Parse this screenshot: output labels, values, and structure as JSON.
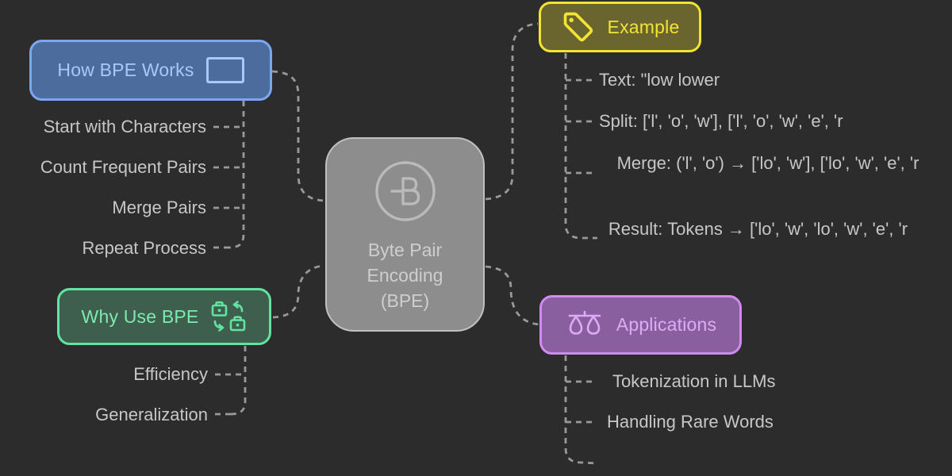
{
  "center": {
    "title": "Byte Pair Encoding (BPE)",
    "icon": "bpe-circle-b-icon"
  },
  "branches": {
    "how": {
      "label": "How BPE Works",
      "icon": "rectangle-icon",
      "children": [
        "Start with Characters",
        "Count Frequent Pairs",
        "Merge Pairs",
        "Repeat Process"
      ]
    },
    "why": {
      "label": "Why Use BPE",
      "icon": "briefcase-swap-icon",
      "children": [
        "Efficiency",
        "Generalization"
      ]
    },
    "example": {
      "label": "Example",
      "icon": "tag-icon",
      "children": [
        "Text: \"low lower",
        "Split: ['l', 'o', 'w'], ['l', 'o', 'w', 'e', 'r",
        "Merge: ('l', 'o') → ['lo', 'w'], ['lo', 'w', 'e', 'r",
        "Result: Tokens → ['lo', 'w', 'lo', 'w', 'e', 'r"
      ]
    },
    "apps": {
      "label": "Applications",
      "icon": "scales-icon",
      "children": [
        "Tokenization in LLMs",
        "Handling Rare Words"
      ]
    }
  },
  "colors": {
    "background": "#2c2c2c",
    "connector": "#999999",
    "child_text": "#c7c7c7",
    "center_fill": "#8d8d8d",
    "center_border": "#c0c0c0",
    "center_text": "#cecece",
    "how_accent": "#7ca7f0",
    "how_fill": "#4d6c9e",
    "how_text": "#a6c9f7",
    "why_accent": "#5fe5a0",
    "why_fill": "#3f5f4e",
    "why_text": "#7eeab0",
    "example_accent": "#f3e434",
    "example_fill": "#6a642e",
    "example_text": "#f3e434",
    "apps_accent": "#cf8bf0",
    "apps_fill": "#8a5fa0",
    "apps_text": "#ddabf6"
  }
}
